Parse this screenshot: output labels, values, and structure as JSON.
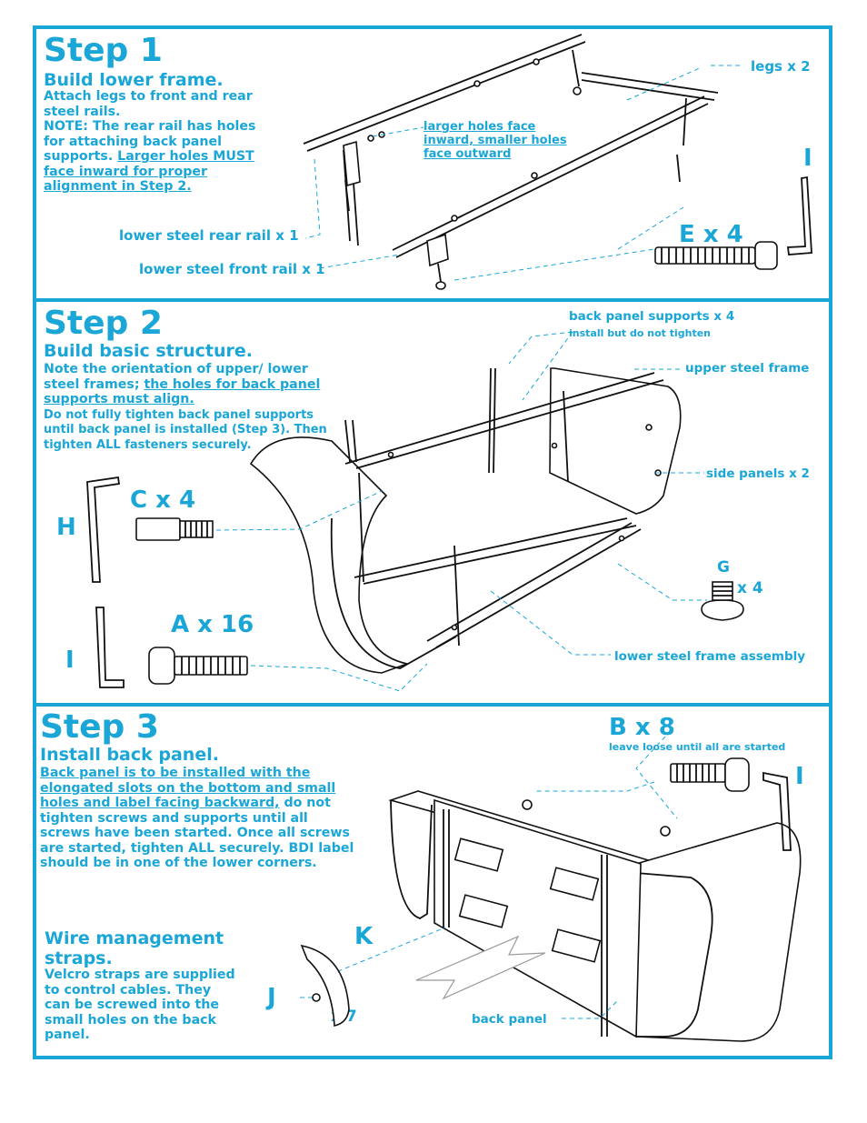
{
  "step1": {
    "title": "Step  1",
    "subtitle": "Build lower frame.",
    "body_a": "Attach legs to front and rear steel rails.",
    "body_b": "NOTE:  The rear rail has holes for attaching back panel supports. ",
    "body_c": "Larger holes MUST face inward  for proper alignment in Step 2.",
    "callout_holes": "larger holes face inward, smaller holes face outward",
    "legs": "legs x 2",
    "rear_rail": "lower steel rear rail x 1",
    "front_rail": "lower  steel  front  rail x 1",
    "part_e": "E  x  4",
    "part_i": "I"
  },
  "step2": {
    "title": "Step 2",
    "subtitle": "Build basic structure.",
    "body_a": "Note the orientation of upper/ lower steel frames; ",
    "body_b": "the holes for back panel supports must align.",
    "body_c": "Do not fully tighten back panel supports until back panel is installed (Step 3).  Then tighten ALL fasteners securely.",
    "back_supports": "back panel supports x 4",
    "back_supports_note": "install but do not tighten",
    "upper_frame": "upper steel frame",
    "side_panels": "side panels x 2",
    "lower_frame": "lower steel frame assembly",
    "part_c": "C x 4",
    "part_h": "H",
    "part_a": "A x 16",
    "part_i": "I",
    "part_g": "G",
    "part_g_qty": "x 4"
  },
  "step3": {
    "title": "Step  3",
    "subtitle": "Install back panel.",
    "body_a": "Back panel is to be installed with the elongated slots on the bottom and small holes and label facing backward,",
    "body_b": "  do not tighten screws and supports until all screws have been started.  Once all screws are started, tighten ALL securely. BDI label should be in one of the lower corners.",
    "part_b": "B x 8",
    "part_b_note": "leave loose until all are started",
    "part_i": "I",
    "wire_title": "Wire management straps.",
    "wire_body": "Velcro straps are supplied to control cables.  They can be screwed into the small holes on the back panel.",
    "part_k": "K",
    "part_j": "J",
    "part_j_qty": "x  7",
    "back_panel": "back panel"
  },
  "colors": {
    "accent": "#1aa6d6",
    "ink": "#111111"
  }
}
